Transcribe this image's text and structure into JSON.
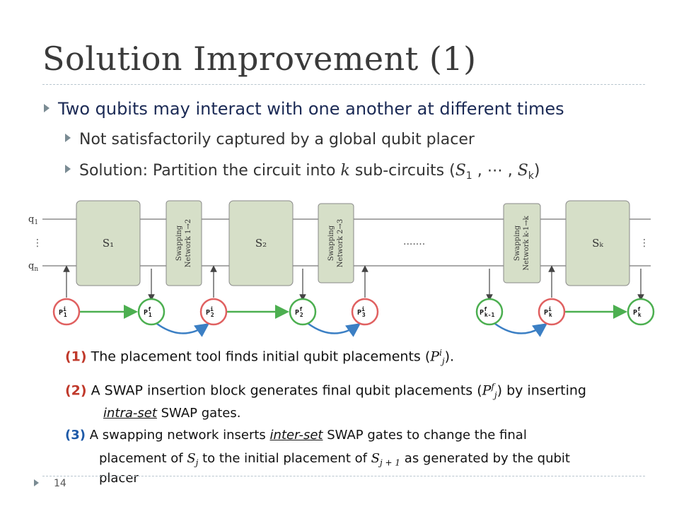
{
  "slide": {
    "title": "Solution Improvement (1)",
    "page_number": "14"
  },
  "bullets": [
    {
      "text": "Two qubits may interact with one another at different times"
    },
    {
      "text": "Not satisfactorily captured by a global qubit placer"
    },
    {
      "text_before": "Solution: Partition the circuit into ",
      "var_k": "k",
      "text_mid": " sub-circuits (",
      "s1": "S",
      "s1_sub": "1",
      "sep": " , ⋯ , ",
      "sk": "S",
      "sk_sub": "k",
      "text_end": ")"
    }
  ],
  "diagram": {
    "wire_top_label": "q",
    "wire_top_sub": "1",
    "wire_bottom_label": "q",
    "wire_bottom_sub": "n",
    "wire_dots": "⋮",
    "middle_dots": ".......",
    "right_dots": "⋮",
    "blocks": [
      "S₁",
      "S₂",
      "Sₖ"
    ],
    "swap_networks": [
      {
        "line1": "Swapping",
        "line2": "Network 1→2"
      },
      {
        "line1": "Swapping",
        "line2": "Network 2→3"
      },
      {
        "line1": "Swapping",
        "line2": "Network k-1→k"
      }
    ],
    "nodes": [
      {
        "base": "P",
        "sup": "i",
        "sub": "1",
        "color": "#e06060"
      },
      {
        "base": "P",
        "sup": "f",
        "sub": "1",
        "color": "#4caf50"
      },
      {
        "base": "P",
        "sup": "i",
        "sub": "2",
        "color": "#e06060"
      },
      {
        "base": "P",
        "sup": "f",
        "sub": "2",
        "color": "#4caf50"
      },
      {
        "base": "P",
        "sup": "i",
        "sub": "3",
        "color": "#e06060"
      },
      {
        "base": "P",
        "sup": "f",
        "sub": "k-1",
        "color": "#4caf50"
      },
      {
        "base": "P",
        "sup": "i",
        "sub": "k",
        "color": "#e06060"
      },
      {
        "base": "P",
        "sup": "f",
        "sub": "k",
        "color": "#4caf50"
      }
    ]
  },
  "steps": {
    "s1": {
      "num": "(1)",
      "text": " The placement tool finds initial qubit placements (",
      "var": "P",
      "sup": "i",
      "sub": "j",
      "end": ")."
    },
    "s2": {
      "num": "(2)",
      "text": " A SWAP insertion block generates final qubit placements (",
      "var": "P",
      "sup": "f",
      "sub": "j",
      "end": ") by inserting"
    },
    "s2b": {
      "u": "intra-set",
      "text": " SWAP gates."
    },
    "s3": {
      "num": "(3)",
      "text": " A swapping network inserts ",
      "u": "inter-set",
      "text2": " SWAP gates to change the final"
    },
    "s3b": {
      "text": "placement of ",
      "var": "S",
      "sub": "j",
      "text2": " to the initial placement of ",
      "var2": "S",
      "sub2": "j + 1",
      "text3": " as generated by the qubit"
    },
    "s3c": {
      "text": "placer"
    }
  },
  "colors": {
    "title": "#3a3a3a",
    "bullet_main": "#1b2a55",
    "block_fill": "#d6dfc8",
    "arrow_green": "#4caf50",
    "arrow_blue": "#3b7fc4",
    "node_red": "#e06060",
    "node_green": "#4caf50",
    "step_red": "#c0392b",
    "step_blue": "#1e5aa8"
  }
}
